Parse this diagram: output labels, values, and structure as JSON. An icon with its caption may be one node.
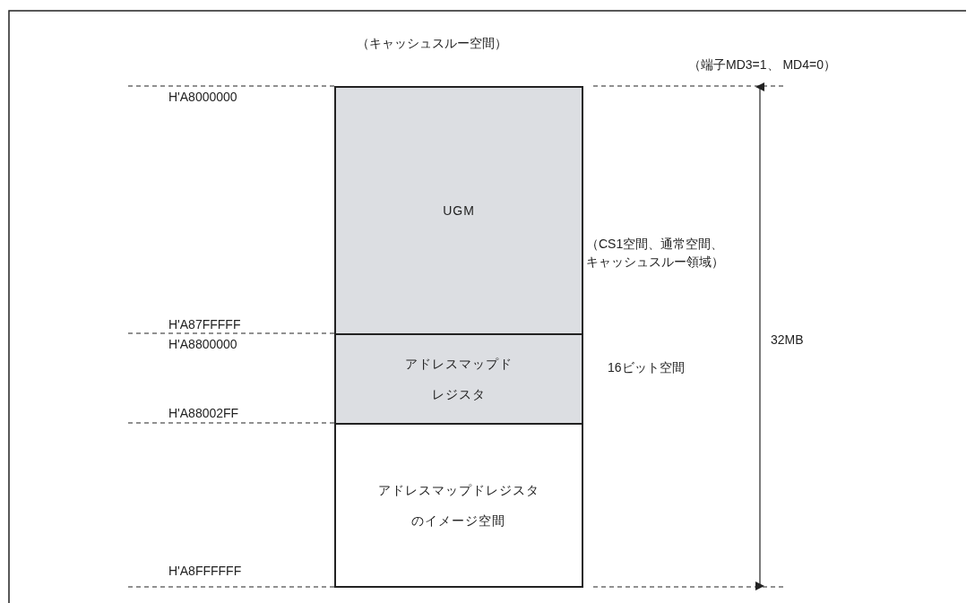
{
  "diagram": {
    "nodes": [
      {
        "text": [
          "UGM"
        ]
      },
      {
        "text": [
          "アドレスマップドレジスタ"
        ]
      },
      {
        "text": [
          "アドレスマップドレジスタのイメージ空間"
        ]
      }
    ],
    "edges": [],
    "labels": [
      "（キャッシュスルー空間）",
      "（端子MD3=1、 MD4=0）",
      "H'A8000000",
      "（CS1空間、通常空間、キャッシュスルー領域）",
      "H'A87FFFFF",
      "32MB",
      "H'A8800000",
      "16ビット空間",
      "H'A88002FF",
      "H'A8FFFFFF"
    ]
  }
}
